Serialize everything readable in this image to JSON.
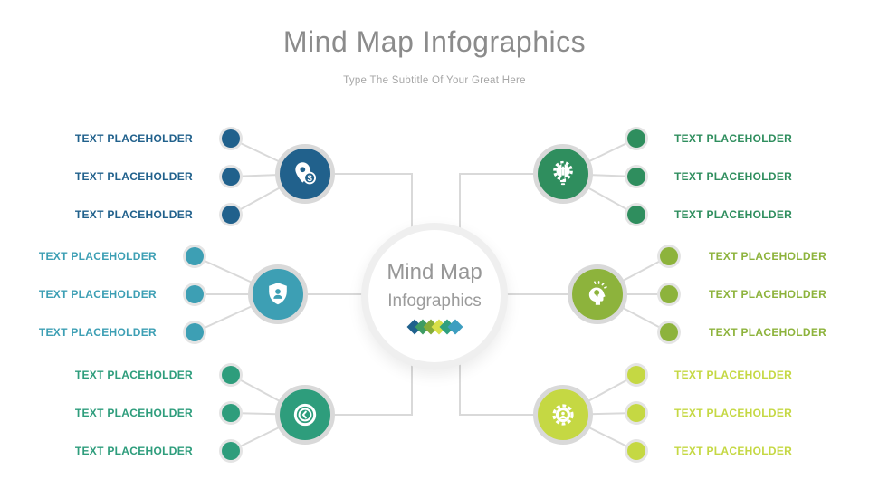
{
  "slide": {
    "title": "Mind Map Infographics",
    "subtitle": "Type The Subtitle Of Your Great Here"
  },
  "center": {
    "line1": "Mind Map",
    "line2": "Infographics",
    "diamond_colors": [
      "#1F618D",
      "#3D9B63",
      "#85AC39",
      "#D8DF48",
      "#2FA07F",
      "#3E9EC0"
    ]
  },
  "connector_color": "#d9d9d9",
  "branches": [
    {
      "id": "top-left",
      "color": "#21618C",
      "icon": "map-pin-dollar-icon",
      "items": [
        "TEXT PLACEHOLDER",
        "TEXT PLACEHOLDER",
        "TEXT PLACEHOLDER"
      ]
    },
    {
      "id": "middle-left",
      "color": "#3D9FB4",
      "icon": "shield-user-icon",
      "items": [
        "TEXT PLACEHOLDER",
        "TEXT PLACEHOLDER",
        "TEXT PLACEHOLDER"
      ]
    },
    {
      "id": "bottom-left",
      "color": "#2E9D7C",
      "icon": "clock-icon",
      "items": [
        "TEXT PLACEHOLDER",
        "TEXT PLACEHOLDER",
        "TEXT PLACEHOLDER"
      ]
    },
    {
      "id": "top-right",
      "color": "#2F8E5E",
      "icon": "gear-bulb-icon",
      "items": [
        "TEXT PLACEHOLDER",
        "TEXT PLACEHOLDER",
        "TEXT PLACEHOLDER"
      ]
    },
    {
      "id": "middle-right",
      "color": "#8DB33C",
      "icon": "idea-head-icon",
      "items": [
        "TEXT PLACEHOLDER",
        "TEXT PLACEHOLDER",
        "TEXT PLACEHOLDER"
      ]
    },
    {
      "id": "bottom-right",
      "color": "#C5D843",
      "icon": "gear-user-icon",
      "items": [
        "TEXT PLACEHOLDER",
        "TEXT PLACEHOLDER",
        "TEXT PLACEHOLDER"
      ]
    }
  ]
}
